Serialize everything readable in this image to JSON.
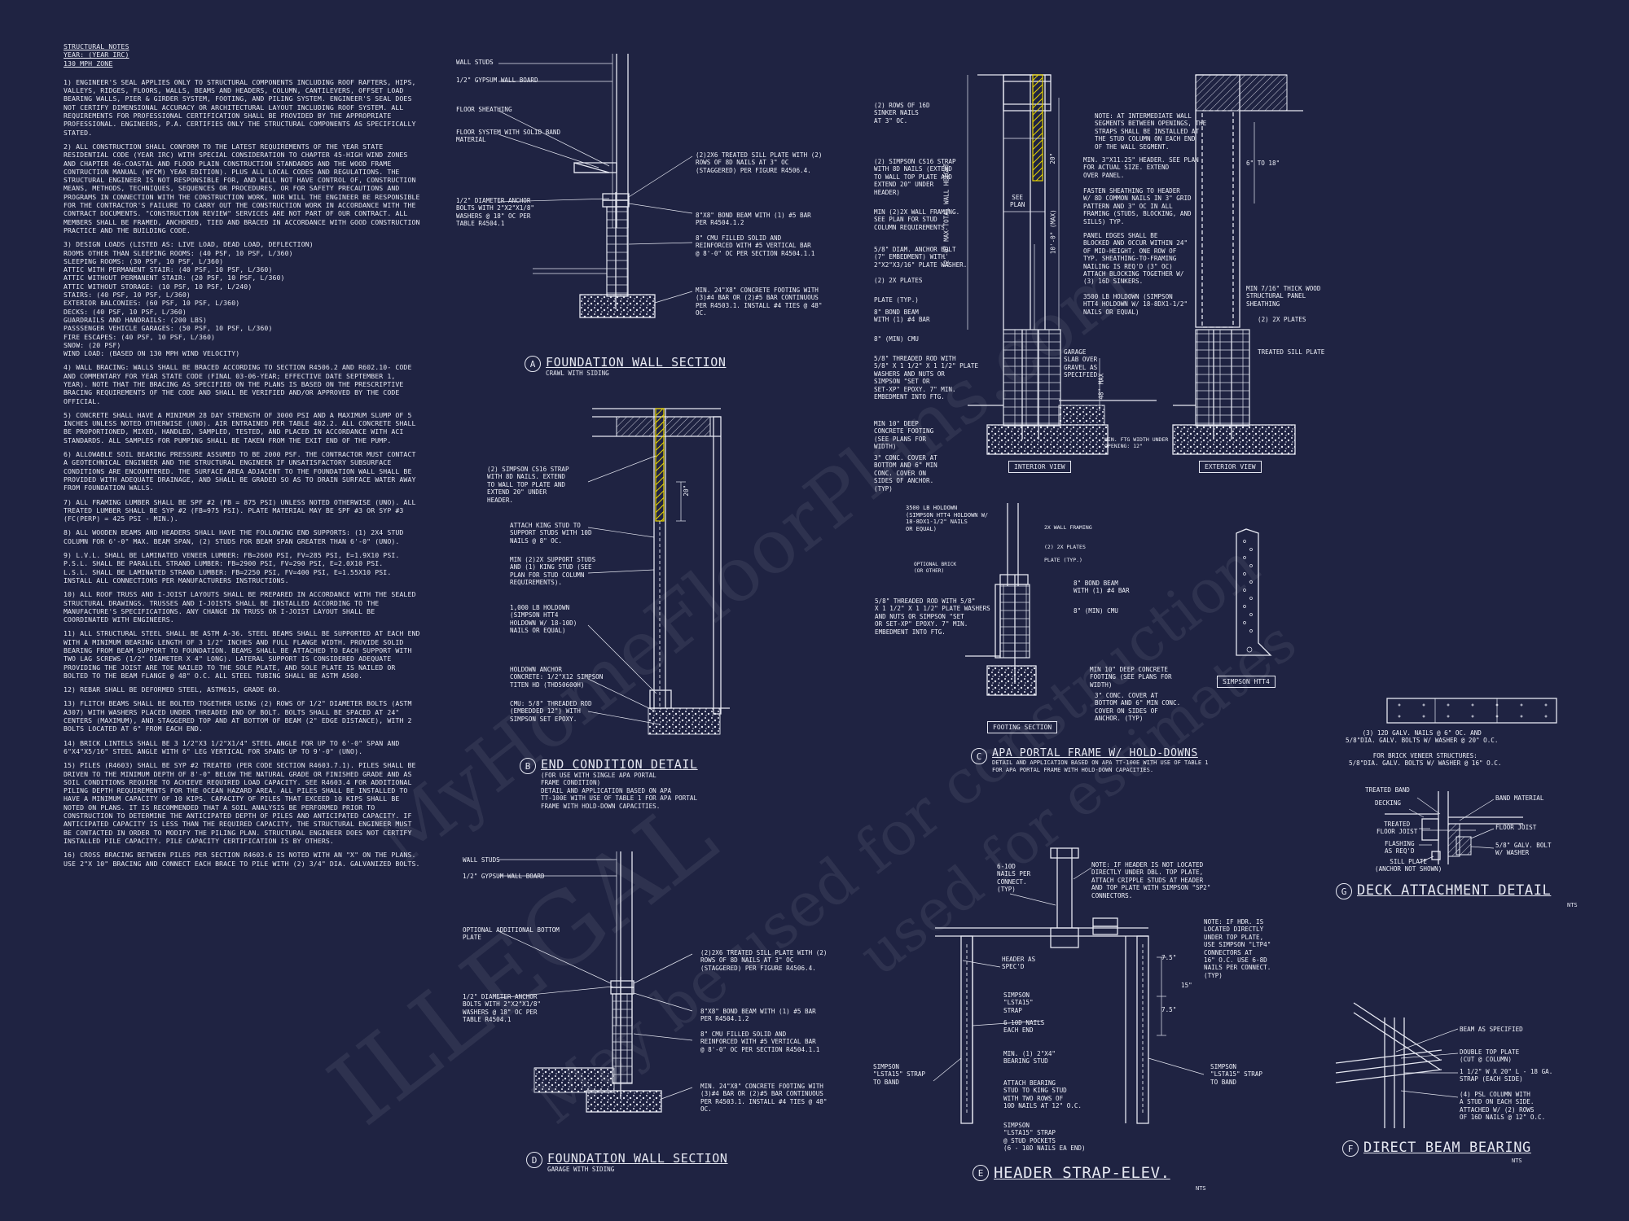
{
  "notes": {
    "header": [
      "STRUCTURAL NOTES",
      "YEAR: (YEAR IRC)",
      "130 mph ZONE"
    ],
    "paragraphs": [
      "1) ENGINEER'S SEAL APPLIES ONLY TO STRUCTURAL COMPONENTS INCLUDING ROOF RAFTERS, HIPS, VALLEYS, RIDGES, FLOORS, WALLS, BEAMS AND HEADERS, COLUMN, CANTILEVERS, OFFSET LOAD BEARING WALLS, PIER & GIRDER SYSTEM, FOOTING, AND PILING SYSTEM. ENGINEER'S SEAL DOES NOT CERTIFY DIMENSIONAL ACCURACY OR ARCHITECTURAL LAYOUT INCLUDING ROOF SYSTEM. ALL REQUIREMENTS FOR PROFESSIONAL CERTIFICATION SHALL BE PROVIDED BY THE APPROPRIATE PROFESSIONAL. ENGINEERS, P.A. CERTIFIES ONLY THE STRUCTURAL COMPONENTS AS SPECIFICALLY STATED.",
      "2) ALL CONSTRUCTION SHALL CONFORM TO THE LATEST REQUIREMENTS OF THE YEAR STATE RESIDENTIAL CODE (YEAR IRC) WITH SPECIAL CONSIDERATION TO CHAPTER 45-HIGH WIND ZONES AND CHAPTER 46-COASTAL AND FLOOD PLAIN CONSTRUCTION STANDARDS AND THE WOOD FRAME CONTRUCTION MANUAL (WFCM) YEAR EDITION). PLUS ALL LOCAL CODES AND REGULATIONS. THE STRUCTURAL ENGINEER IS NOT RESPONSIBLE FOR, AND WILL NOT HAVE CONTROL OF, CONSTRUCTION MEANS, METHODS, TECHNIQUES, SEQUENCES OR PROCEDURES, OR FOR SAFETY PRECAUTIONS AND PROGRAMS IN CONNECTION WITH THE CONSTRUCTION WORK, NOR WILL THE ENGINEER BE RESPONSIBLE FOR THE CONTRACTOR'S FAILURE TO CARRY OUT THE CONSTRUCTION WORK IN ACCORDANCE WITH THE CONTRACT DOCUMENTS. \"CONSTRUCTION REVIEW\" SERVICES ARE NOT PART OF OUR CONTRACT. ALL MEMBERS SHALL BE FRAMED, ANCHORED, TIED AND BRACED IN ACCORDANCE WITH GOOD CONSTRUCTION PRACTICE AND THE BUILDING CODE.",
      "3) DESIGN LOADS (LISTED AS: LIVE LOAD, DEAD LOAD, DEFLECTION)\nROOMS OTHER THAN SLEEPING ROOMS: (40 PSF, 10 PSF, L/360)\nSLEEPING ROOMS: (30 PSF, 10 PSF, L/360)\nATTIC WITH PERMANENT STAIR: (40 PSF, 10 PSF, L/360)\nATTIC WITHOUT PERMANENT STAIR: (20 PSF, 10 PSF, L/360)\nATTIC WITHOUT STORAGE: (10 PSF, 10 PSF, L/240)\nSTAIRS: (40 PSF, 10 PSF, L/360)\nEXTERIOR BALCONIES: (60 PSF, 10 PSF, L/360)\nDECKS: (40 PSF, 10 PSF, L/360)\nGUARDRAILS AND HANDRAILS: (200 LBS)\nPASSSENGER VEHICLE GARAGES: (50 PSF, 10 PSF, L/360)\nFIRE ESCAPES: (40 PSF, 10 PSF, L/360)\nSNOW: (20 PSF)\nWIND LOAD: (BASED ON 130 MPH WIND VELOCITY)",
      "4) WALL BRACING: WALLS SHALL BE BRACED ACCORDING TO SECTION R4506.2 AND R602.10- CODE AND COMMENTARY FOR YEAR STATE CODE (FINAL 03-06-YEAR; EFFECTIVE DATE SEPTEMBER 1, YEAR). NOTE THAT THE BRACING AS SPECIFIED ON THE PLANS IS BASED ON THE PRESCRIPTIVE BRACING REQUIREMENTS OF THE CODE AND SHALL BE VERIFIED AND/OR APPROVED BY THE CODE OFFICIAL.",
      "5) CONCRETE SHALL HAVE A MINIMUM 28 DAY STRENGTH OF 3000 PSI AND A MAXIMUM SLUMP OF 5 INCHES UNLESS NOTED OTHERWISE (UNO). AIR ENTRAINED PER TABLE 402.2. ALL CONCRETE SHALL BE PROPORTIONED, MIXED, HANDLED, SAMPLED, TESTED, AND PLACED IN ACCORDANCE WITH ACI STANDARDS. ALL SAMPLES FOR PUMPING SHALL BE TAKEN FROM THE EXIT END OF THE PUMP.",
      "6) ALLOWABLE SOIL BEARING PRESSURE ASSUMED TO BE 2000 PSF. THE CONTRACTOR MUST CONTACT A GEOTECHNICAL ENGINEER AND THE STRUCTURAL ENGINEER IF UNSATISFACTORY SUBSURFACE CONDITIONS ARE ENCOUNTERED. THE SURFACE AREA ADJACENT TO THE FOUNDATION WALL SHALL BE PROVIDED WITH ADEQUATE DRAINAGE, AND SHALL BE GRADED SO AS TO DRAIN SURFACE WATER AWAY FROM FOUNDATION WALLS.",
      "7) ALL FRAMING LUMBER SHALL BE SPF #2 (Fb = 875 PSI) UNLESS NOTED OTHERWISE (UNO). ALL TREATED LUMBER SHALL BE SYP #2 (Fb=975 PSI). PLATE MATERIAL MAY BE SPF #3 OR SYP #3 (Fc(perp) = 425 PSI - MIN.).",
      "8) ALL WOODEN BEAMS AND HEADERS SHALL HAVE THE FOLLOWING END SUPPORTS: (1) 2x4 STUD COLUMN FOR 6'-0\" MAX. BEAM SPAN, (2) STUDS FOR BEAM SPAN GREATER THAN 6'-0\" (UNO).",
      "9) L.V.L. SHALL BE LAMINATED VENEER LUMBER: Fb=2600 PSI, Fv=285 PSI, E=1.9x10 PSI.\nP.S.L. SHALL BE PARALLEL STRAND LUMBER: Fb=2900 PSI, Fv=290 PSI, E=2.0x10 PSI.\nL.S.L. SHALL BE LAMINATED STRAND LUMBER: Fb=2250 PSI, Fv=400 PSI, E=1.55x10 PSI. INSTALL ALL CONNECTIONS PER MANUFACTURERS INSTRUCTIONS.",
      "10) ALL ROOF TRUSS AND I-JOIST LAYOUTS SHALL BE PREPARED IN ACCORDANCE WITH THE SEALED STRUCTURAL DRAWINGS. TRUSSES AND I-JOISTS SHALL BE INSTALLED ACCORDING TO THE MANUFACTURE'S SPECIFICATIONS. ANY CHANGE IN TRUSS OR I-JOIST LAYOUT SHALL BE COORDINATED WITH ENGINEERS.",
      "11) ALL STRUCTURAL STEEL SHALL BE ASTM A-36. STEEL BEAMS SHALL BE SUPPORTED AT EACH END WITH A MINIMUM BEARING LENGTH OF 3 1/2\" INCHES AND FULL FLANGE WIDTH. PROVIDE SOLID BEARING FROM BEAM SUPPORT TO FOUNDATION. BEAMS SHALL BE ATTACHED TO EACH SUPPORT WITH TWO LAG SCREWS (1/2\" DIAMETER x 4\" LONG). LATERAL SUPPORT IS CONSIDERED ADEQUATE PROVIDING THE JOIST ARE TOE NAILED TO THE SOLE PLATE, AND SOLE PLATE IS NAILED OR BOLTED TO THE BEAM FLANGE @ 48\" O.C. ALL STEEL TUBING SHALL BE ASTM A500.",
      "12) REBAR SHALL BE DEFORMED STEEL, ASTM615, GRADE 60.",
      "13) FLITCH BEAMS SHALL BE BOLTED TOGETHER USING (2) ROWS OF 1/2\" DIAMETER BOLTS (ASTM A307) WITH WASHERS PLACED UNDER THREADED END OF BOLT. BOLTS SHALL BE SPACED AT 24\" CENTERS (MAXIMUM), AND STAGGERED TOP AND AT BOTTOM OF BEAM (2\" EDGE DISTANCE), WITH 2 BOLTS LOCATED AT 6\" FROM EACH END.",
      "14) BRICK LINTELS SHALL BE 3 1/2\"x3 1/2\"x1/4\" STEEL ANGLE FOR UP TO 6'-0\" SPAN AND 6\"x4\"x5/16\" STEEL ANGLE WITH 6\" LEG VERTICAL FOR SPANS UP TO 9'-0\" (UNO).",
      "15) PILES (R4603) SHALL BE SYP #2 TREATED (PER CODE SECTION R4603.7.1). PILES SHALL BE DRIVEN TO THE MINIMUM DEPTH OF 8'-0\" BELOW THE NATURAL GRADE OR FINISHED GRADE AND AS SOIL CONDITIONS REQUIRE TO ACHIEVE REQUIRED LOAD CAPACITY. SEE R4603.4 FOR ADDITIONAL PILING DEPTH REQUIREMENTS FOR THE OCEAN HAZARD AREA. ALL PILES SHALL BE INSTALLED TO HAVE A MINIMUM CAPACITY OF 10 KIPS. CAPACITY OF PILES THAT EXCEED 10 KIPS SHALL BE NOTED ON PLANS. IT IS RECOMMENDED THAT A SOIL ANALYSIS BE PERFORMED PRIOR TO CONSTRUCTION TO DETERMINE THE ANTICIPATED DEPTH OF PILES AND ANTICIPATED CAPACITY. IF ANTICIPATED CAPACITY IS LESS THAN THE REQUIRED CAPACITY, THE STRUCTURAL ENGINEER MUST BE CONTACTED IN ORDER TO MODIFY THE PILING PLAN. STRUCTURAL ENGINEER DOES NOT CERTIFY INSTALLED PILE CAPACITY. PILE CAPACITY CERTIFICATION IS BY OTHERS.",
      "16) CROSS BRACING BETWEEN PILES PER SECTION R4603.6 IS NOTED WITH AN \"X\" ON THE PLANS. USE 2\"x 10\" BRACING AND CONNECT EACH BRACE TO PILE WITH (2) 3/4\" DIA. GALVANIZED BOLTS."
    ]
  },
  "detail_a": {
    "badge": "A",
    "name": "FOUNDATION WALL SECTION",
    "sub": "CRAWL WITH SIDING",
    "labels": [
      "WALL STUDS",
      "1/2\" GYPSUM WALL BOARD",
      "FLOOR SHEATHING",
      "FLOOR SYSTEM WITH SOLID BAND\nMATERIAL",
      "1/2\" DIAMETER ANCHOR\nBOLTS WITH 2\"x2\"x1/8\"\nWASHERS @ 18\" OC PER\nTABLE R4504.1",
      "(2)2x6 TREATED SILL PLATE WITH (2)\nROWS OF 8d NAILS AT 3\" OC\n(STAGGERED) PER FIGURE R4506.4.",
      "8\"x8\" BOND BEAM WITH (1) #5 BAR\nPER R4504.1.2",
      "8\" CMU FILLED SOLID AND\nREINFORCED WITH #5 VERTICAL BAR\n@ 8'-0\" OC PER SECTION R4504.1.1",
      "MIN. 24\"x8\" CONCRETE FOOTING WITH\n(3)#4 BAR OR (2)#5 BAR CONTINUOUS\nPER R4503.1. INSTALL #4 TIES @ 48\"\nOC."
    ]
  },
  "detail_b": {
    "badge": "B",
    "name": "END CONDITION DETAIL",
    "sub": "(FOR USE WITH SINGLE APA PORTAL\nFRAME CONDITION)\nDETAIL AND APPLICATION BASED ON APA\nTT-100E WITH USE OF TABLE 1 FOR APA PORTAL\nFRAME WITH HOLD-DOWN CAPACITIES.",
    "dim": "20\"",
    "labels": [
      "(2) SIMPSON CS16 STRAP\nWITH 8d NAILS. EXTEND\nTO WALL TOP PLATE AND\nEXTEND 20\" UNDER\nHEADER.",
      "ATTACH KING STUD TO\nSUPPORT STUDS WITH 10d\nNAILS @ 8\" OC.",
      "MIN (2)2X SUPPORT STUDS\nAND (1) KING STUD (SEE\nPLAN FOR STUD COLUMN\nREQUIREMENTS).",
      "1,000 LB HOLDOWN\n(SIMPSON HTT4\nHOLDOWN W/ 18-10d)\nNAILS OR EQUAL)",
      "HOLDOWN ANCHOR\nCONCRETE: 1/2\"x12 SIMPSON\nTITEN HD (THD50600H)",
      "CMU: 5/8\" THREADED ROD\n(EMBEDDED 12\") WITH\nSIMPSON SET EPOXY."
    ]
  },
  "detail_c": {
    "badge": "C",
    "name": "APA PORTAL FRAME W/ HOLD-DOWNS",
    "sub": "DETAIL AND APPLICATION BASED ON APA TT-100E WITH USE OF TABLE 1\nFOR APA PORTAL FRAME WITH HOLD-DOWN CAPACITIES.",
    "interior_view": "INTERIOR VIEW",
    "exterior_view": "EXTERIOR VIEW",
    "footing_section": "FOOTING SECTION",
    "simpson_htt4": "SIMPSON HTT4",
    "see_plan": "SEE\nPLAN",
    "dims": [
      "12'-0\" MAX TOTAL WALL HEIGHT",
      "10'-0\" (MAX)",
      "48\" MAX",
      "6\" TO 18\"",
      "20\""
    ],
    "labels_left": [
      "(2) ROWS OF 16d\nSINKER NAILS\nAT 3\" OC.",
      "(2) SIMPSON CS16 STRAP\nWITH 8d NAILS (EXTEND\nTO WALL TOP PLATE AND\nEXTEND 20\" UNDER\nHEADER)",
      "MIN (2)2X WALL FRAMING.\nSEE PLAN FOR STUD\nCOLUMN REQUIREMENTS.",
      "5/8\" DIAM. ANCHOR BOLT\n(7\" EMBEDMENT) WITH\n2\"x2\"x3/16\" PLATE WASHER.",
      "(2) 2x PLATES",
      "PLATE (TYP.)",
      "8\" BOND BEAM\nWITH (1) #4 BAR",
      "8\" (MIN) CMU",
      "5/8\" THREADED ROD WITH\n5/8\" x 1 1/2\" x 1 1/2\" PLATE\nWASHERS AND NUTS OR\nSIMPSON \"SET OR\nSET-XP\" EPOXY. 7\" MIN.\nEMBEDMENT INTO FTG.",
      "MIN 10\" DEEP\nCONCRETE FOOTING\n(SEE PLANS FOR\nWIDTH)",
      "3\" CONC. COVER AT\nBOTTOM AND 6\" MIN\nCONC. COVER ON\nSIDES OF ANCHOR.\n(TYP)"
    ],
    "labels_right": [
      "NOTE: AT INTERMEDIATE WALL\nSEGMENTS BETWEEN OPENINGS, THE\nSTRAPS SHALL BE INSTALLED AT\nTHE STUD COLUMN ON EACH END\nOF THE WALL SEGMENT.",
      "MIN. 3\"x11.25\" HEADER. SEE PLAN\nFOR ACTUAL SIZE. EXTEND\nOVER PANEL.",
      "FASTEN SHEATHING TO HEADER\nW/ 8d COMMON NAILS IN 3\" GRID\nPATTERN AND 3\" OC IN ALL\nFRAMING (STUDS, BLOCKING, AND\nSILLS) TYP.",
      "PANEL EDGES SHALL BE\nBLOCKED AND OCCUR WITHIN 24\"\nOF MID-HEIGHT. ONE ROW OF\nTYP. SHEATHING-TO-FRAMING\nNAILING IS REQ'D (3\" OC)\nATTACH BLOCKING TOGETHER W/\n(3) 16d SINKERS.",
      "3500 LB HOLDOWN (SIMPSON\nHTT4 HOLDOWN W/ 18-8dx1-1/2\"\nNAILS OR EQUAL)",
      "GARAGE\nSLAB OVER\nGRAVEL AS\nSPECIFIED",
      "MIN. FTG WIDTH UNDER\nOPENING: 12\"",
      "MIN 7/16\" THICK WOOD\nSTRUCTURAL PANEL\nSHEATHING",
      "(2) 2x PLATES",
      "TREATED SILL PLATE"
    ],
    "labels_section": [
      "3500 LB HOLDOWN\n(SIMPSON HTT4 HOLDOWN W/\n18-8dx1-1/2\" NAILS\nOR EQUAL)",
      "2X WALL FRAMING",
      "(2) 2x PLATES",
      "PLATE (TYP.)",
      "OPTIONAL BRICK\n(OR OTHER)",
      "8\" BOND BEAM\nWITH (1) #4 BAR",
      "8\" (MIN) CMU",
      "5/8\" THREADED ROD WITH 5/8\"\nx 1 1/2\" x 1 1/2\" PLATE WASHERS\nAND NUTS OR SIMPSON \"SET\nOR SET-XP\" EPOXY. 7\" MIN.\nEMBEDMENT INTO FTG.",
      "MIN 10\" DEEP CONCRETE\nFOOTING (SEE PLANS FOR\nWIDTH)",
      "3\" CONC. COVER AT\nBOTTOM AND 6\" MIN CONC.\nCOVER ON SIDES OF\nANCHOR. (TYP)"
    ]
  },
  "detail_d": {
    "badge": "D",
    "name": "FOUNDATION WALL SECTION",
    "sub": "GARAGE WITH SIDING",
    "labels": [
      "WALL STUDS",
      "1/2\" GYPSUM WALL BOARD",
      "OPTIONAL ADDITIONAL BOTTOM\nPLATE",
      "1/2\" DIAMETER ANCHOR\nBOLTS WITH 2\"x2\"x1/8\"\nWASHERS @ 18\" OC PER\nTABLE R4504.1",
      "(2)2x6 TREATED SILL PLATE WITH (2)\nROWS OF 8d NAILS AT 3\" OC\n(STAGGERED) PER FIGURE R4506.4.",
      "8\"x8\" BOND BEAM WITH (1) #5 BAR\nPER R4504.1.2",
      "8\" CMU FILLED SOLID AND\nREINFORCED WITH #5 VERTICAL BAR\n@ 8'-0\" OC PER SECTION R4504.1.1",
      "MIN. 24\"x8\" CONCRETE FOOTING WITH\n(3)#4 BAR OR (2)#5 BAR CONTINUOUS\nPER R4503.1. INSTALL #4 TIES @ 48\"\nOC."
    ]
  },
  "detail_e": {
    "badge": "E",
    "name": "HEADER STRAP-ELEV.",
    "nts": "NTS",
    "dims": [
      "7.5\"",
      "15\"",
      "7.5\""
    ],
    "labels": [
      "6-10d\nNAILS PER\nCONNECT.\n(TYP)",
      "NOTE: IF HEADER IS NOT LOCATED\nDIRECTLY UNDER DBL. TOP PLATE,\nATTACH CRIPPLE STUDS AT HEADER\nAND TOP PLATE WITH SIMPSON \"SP2\"\nCONNECTORS.",
      "NOTE: IF HDR. IS\nLOCATED DIRECTLY\nUNDER TOP PLATE,\nUSE SIMPSON \"LTP4\"\nCONNECTORS AT\n16\" O.C. USE 6-8d\nNAILS PER CONNECT.\n(TYP)",
      "HEADER AS\nSPEC'D",
      "SIMPSON\n\"LSTA15\"\nSTRAP",
      "6-10d NAILS\nEACH END",
      "MIN. (1) 2\"x4\"\nBEARING STUD",
      "SIMPSON\n\"LSTA15\" STRAP\nTO BAND",
      "ATTACH BEARING\nSTUD TO KING STUD\nWITH TWO ROWS OF\n10d NAILS AT 12\" O.C.",
      "SIMPSON\n\"LSTA15\" STRAP\nTO BAND",
      "SIMPSON\n\"LSTA15\" STRAP\n@ STUD POCKETS\n(6 - 10d NAILS EA END)"
    ]
  },
  "detail_f": {
    "badge": "F",
    "name": "DIRECT BEAM BEARING",
    "nts": "NTS",
    "labels": [
      "BEAM AS SPECIFIED",
      "DOUBLE TOP PLATE\n(CUT @ COLUMN)",
      "1 1/2\" W x 20\" L - 18 GA.\nSTRAP (EACH SIDE)",
      "(4) PSL COLUMN WITH\nA STUD ON EACH SIDE.\nATTACHED W/ (2) ROWS\nOF 16d NAILS @ 12\" O.C."
    ]
  },
  "detail_g": {
    "badge": "G",
    "name": "DECK ATTACHMENT DETAIL",
    "nts": "NTS",
    "notes": "(3) 12d GALV. NAILS @ 6\" OC. AND\n5/8\"dia. GALV. BOLTS W/ WASHER @ 20\" O.C.",
    "notes2": "FOR BRICK VENEER STRUCTURES:\n5/8\"dia. GALV. BOLTS W/ WASHER @ 16\" O.C.",
    "labels": [
      "TREATED BAND",
      "DECKING",
      "TREATED\nFLOOR JOIST",
      "FLASHING\nAS REQ'D",
      "SILL PLATE\n(ANCHOR NOT SHOWN)",
      "BAND MATERIAL",
      "FLOOR JOIST",
      "5/8\" GALV. BOLT\nW/ WASHER"
    ]
  },
  "watermark": [
    "ILLEGAL",
    "MyHomeFloorPlans.com",
    "May be used for construction",
    "used for estimates"
  ]
}
